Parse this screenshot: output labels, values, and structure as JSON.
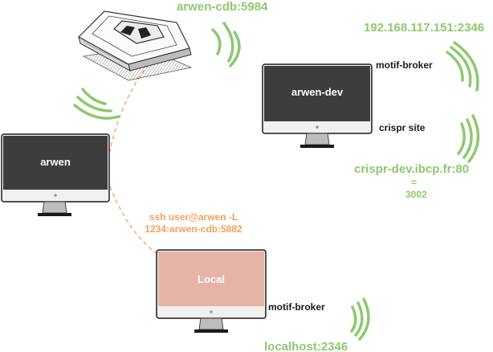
{
  "colors": {
    "wifi_green": "#8dc96f",
    "label_green": "#8dc96f",
    "ssh_orange": "#f0a15a",
    "screen_dark": "#3d3d3d",
    "screen_local": "#e6b3a9",
    "monitor_frame": "#1a1a1a",
    "monitor_bezel": "#f0f0f0"
  },
  "nodes": {
    "db": {
      "label": "arwen-cdb:5984",
      "device_icon": "database-server-icon"
    },
    "arwen_dev": {
      "screen_label": "arwen-dev",
      "service_top": "motif-broker",
      "service_bottom": "crispr site",
      "address_top": "192.168.117.151:2346",
      "address_bottom": "crispr-dev.ibcp.fr:80",
      "equals": "=",
      "port": "3002"
    },
    "arwen": {
      "screen_label": "arwen"
    },
    "local": {
      "screen_label": "Local",
      "service": "motif-broker",
      "address": "localhost:2346"
    }
  },
  "ssh": {
    "line1": "ssh user@arwen -L",
    "line2": "1234:arwen-cdb:5882"
  }
}
